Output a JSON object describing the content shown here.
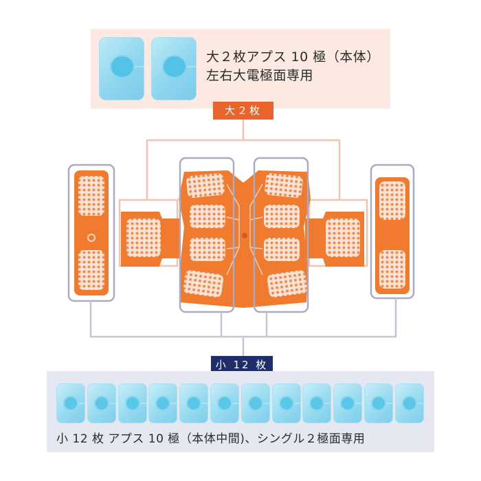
{
  "top_panel": {
    "line1": "大２枚アプス 10 極（本体）",
    "line2": "左右大電極面専用",
    "pad_count": 2
  },
  "large_tag": "大２枚",
  "small_tag": "小 12 枚",
  "bottom_panel": {
    "caption": "小 12 枚 アプス 10 極（本体中間)、シングル２極面専用",
    "pad_count": 12
  },
  "colors": {
    "orange": "#f07b2f",
    "navy": "#1f2d6b",
    "pad_blue": "#8fd6ef",
    "connector_pink": "#f3c3b0",
    "frame_gray": "#a9aac4"
  }
}
